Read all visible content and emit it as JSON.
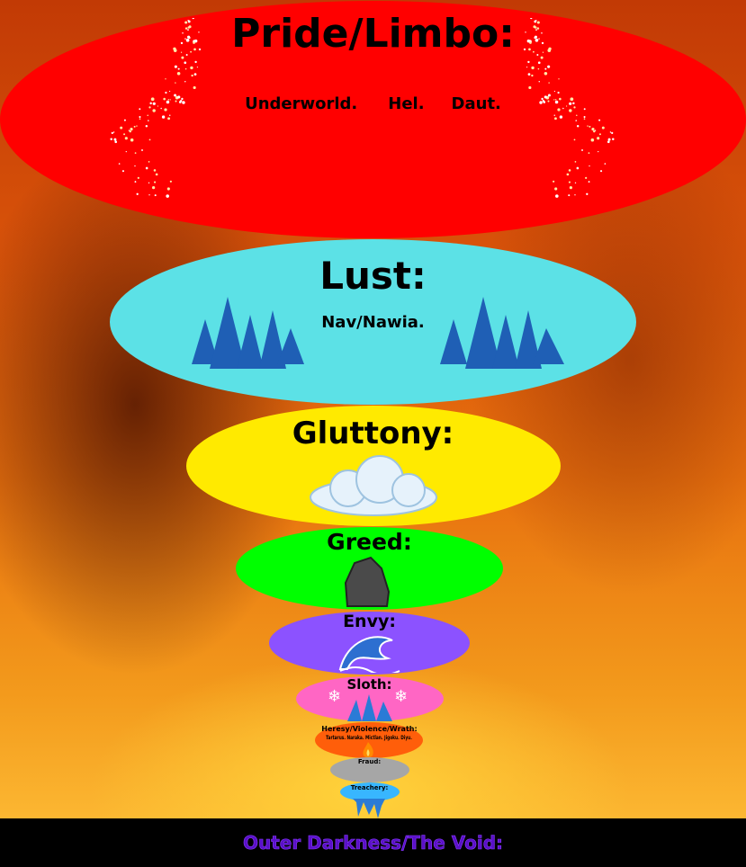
{
  "layers": [
    {
      "title": "Pride/Limbo:",
      "subtitle": [
        "Underworld.",
        "Hel.",
        "Daut."
      ],
      "color": "#ff0000",
      "icon": "sparkles-icon"
    },
    {
      "title": "Lust:",
      "subtitle": "Nav/Nawia.",
      "color": "#5ce1e6",
      "icon": "pine-trees-icon"
    },
    {
      "title": "Gluttony:",
      "color": "#ffea00",
      "icon": "cloud-icon"
    },
    {
      "title": "Greed:",
      "color": "#00ff00",
      "icon": "rock-icon"
    },
    {
      "title": "Envy:",
      "color": "#8c52ff",
      "icon": "wave-icon"
    },
    {
      "title": "Sloth:",
      "color": "#ff66c4",
      "icon": "ice-snowflake-icon"
    },
    {
      "title": "Heresy/Violence/Wrath:",
      "subtitle": "Tartarus. Naraka. Mictlan. Jigoku. Diyu.",
      "color": "#ff5e0a",
      "icon": "fire-icon"
    },
    {
      "title": "Fraud:",
      "color": "#a6a6a6"
    },
    {
      "title": "Treachery:",
      "color": "#38b6ff",
      "icon": "icicles-icon"
    }
  ],
  "footer": {
    "title": "Outer Darkness/The Void:",
    "color": "#7a1cff"
  }
}
